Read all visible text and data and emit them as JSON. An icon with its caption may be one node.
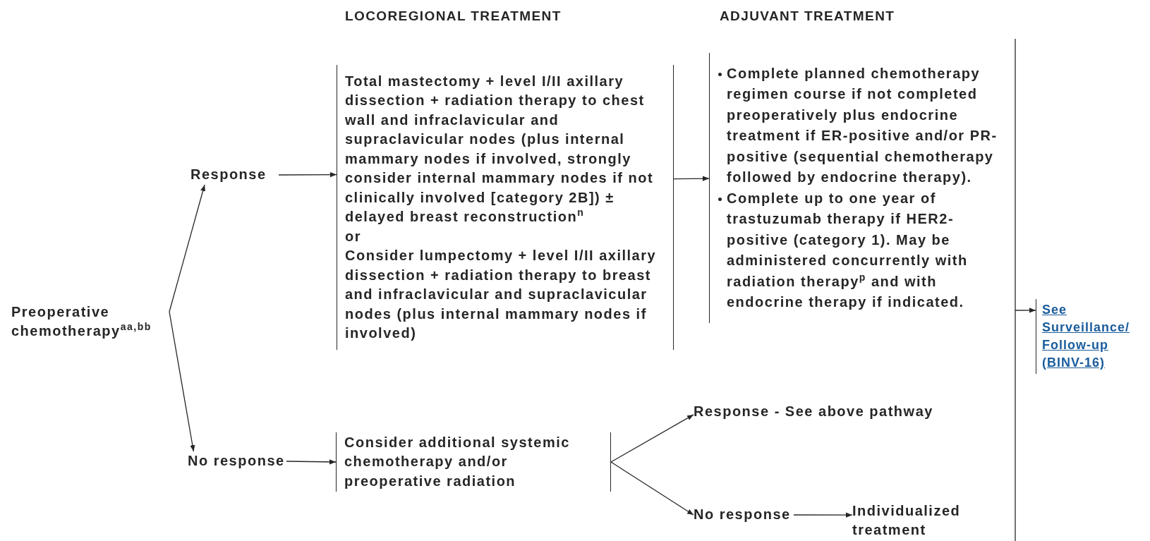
{
  "diagram": {
    "nodes": [
      {
        "text": [
          "Preoperative chemotherapy$^{aa,bb}$"
        ]
      },
      {
        "text": [
          "Response"
        ]
      },
      {
        "text": [
          "Total mastectomy + level I/II axillary dissection + radiation therapy to chest wall and infraclavicular and supraclavicular nodes (plus internal mammary nodes if involved, strongly consider internal mammary nodes if not clinically involved [category 2B]) ± delayed breast reconstruction$^{n}$",
          "or",
          "Consider lumpectomy + level I/II axillary dissection + radiation therapy to breast and infraclavicular and supraclavicular nodes (plus internal mammary nodes if involved)"
        ]
      },
      {
        "text": [
          "Complete planned chemotherapy regimen course if not completed preoperatively plus endocrine treatment if ER-positive and/or PR-positive (sequential chemotherapy followed by endocrine therapy).",
          "Complete up to one year of trastuzumab therapy if HER2-positive (category 1). May be administered concurrently with radiation therapy$^{p}$ and with endocrine therapy if indicated."
        ]
      },
      {
        "text": [
          "See Surveillance/ Follow-up (BINV-16)"
        ]
      },
      {
        "text": [
          "No response"
        ]
      },
      {
        "text": [
          "Consider additional systemic chemotherapy and/or preoperative radiation"
        ]
      },
      {
        "text": [
          "Response - See above pathway"
        ]
      },
      {
        "text": [
          "No response"
        ]
      },
      {
        "text": [
          "Individualized treatment"
        ]
      }
    ],
    "edges": [
      {
        "from": 0,
        "to": 1,
        "arrow": "to"
      },
      {
        "from": 0,
        "to": 5,
        "arrow": "to"
      },
      {
        "from": 1,
        "to": 2,
        "arrow": "to"
      },
      {
        "from": 2,
        "to": 3,
        "arrow": "to"
      },
      {
        "from": 3,
        "to": 4,
        "arrow": "to"
      },
      {
        "from": 5,
        "to": 6,
        "arrow": "to"
      },
      {
        "from": 6,
        "to": 7,
        "arrow": "to"
      },
      {
        "from": 6,
        "to": 8,
        "arrow": "to"
      },
      {
        "from": 8,
        "to": 9,
        "arrow": "to"
      }
    ],
    "labels": [
      "LOCOREGIONAL TREATMENT",
      "ADJUVANT TREATMENT"
    ]
  }
}
